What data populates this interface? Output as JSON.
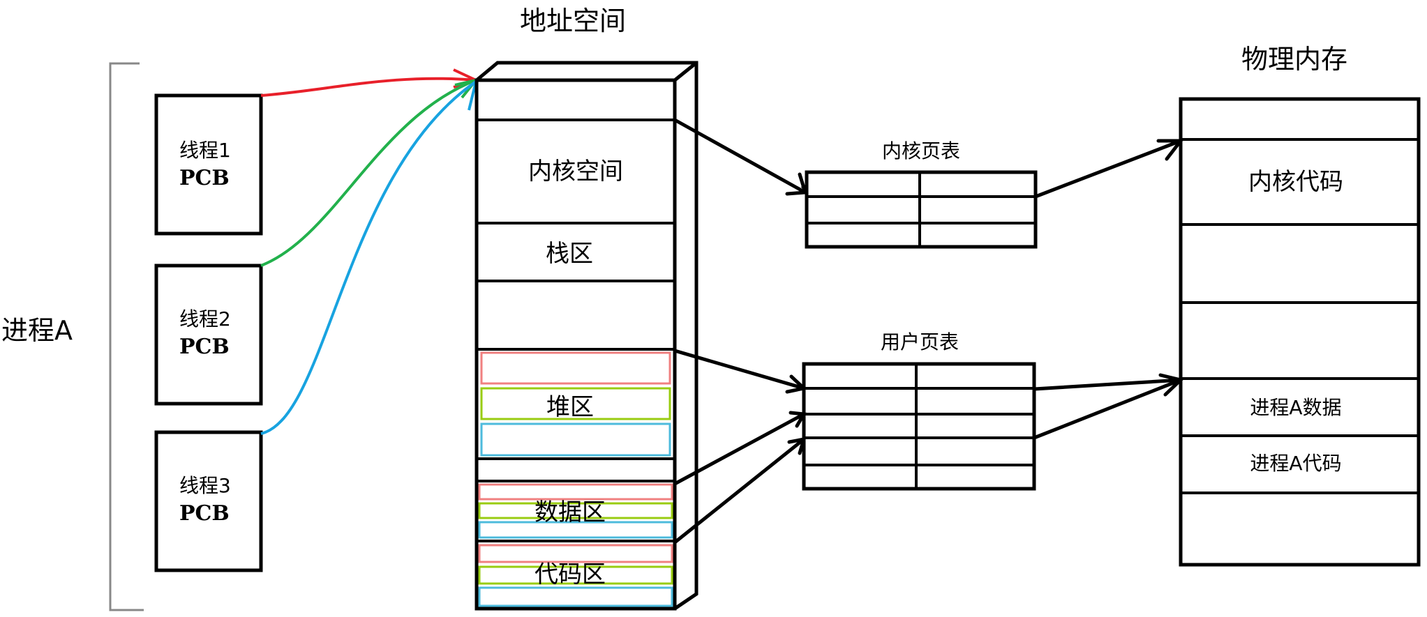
{
  "process": {
    "label": "进程A",
    "threads": [
      {
        "name": "线程1",
        "pcb": "PCB",
        "color": "#e8202a"
      },
      {
        "name": "线程2",
        "pcb": "PCB",
        "color": "#22b14c"
      },
      {
        "name": "线程3",
        "pcb": "PCB",
        "color": "#18a3e0"
      }
    ]
  },
  "address_space": {
    "title": "地址空间",
    "regions": {
      "kernel": "内核空间",
      "stack": "栈区",
      "heap": "堆区",
      "data": "数据区",
      "code": "代码区"
    },
    "thread_sub_colors": [
      "#f08080",
      "#99cc11",
      "#4dbbdd"
    ]
  },
  "page_tables": {
    "kernel": {
      "title": "内核页表",
      "rows": 3,
      "cols": 2
    },
    "user": {
      "title": "用户页表",
      "rows": 5,
      "cols": 2
    }
  },
  "physical_memory": {
    "title": "物理内存",
    "cells": [
      "",
      "内核代码",
      "",
      "",
      "进程A数据",
      "进程A代码",
      ""
    ]
  },
  "colors": {
    "bracket": "#888888",
    "line": "#000000"
  }
}
